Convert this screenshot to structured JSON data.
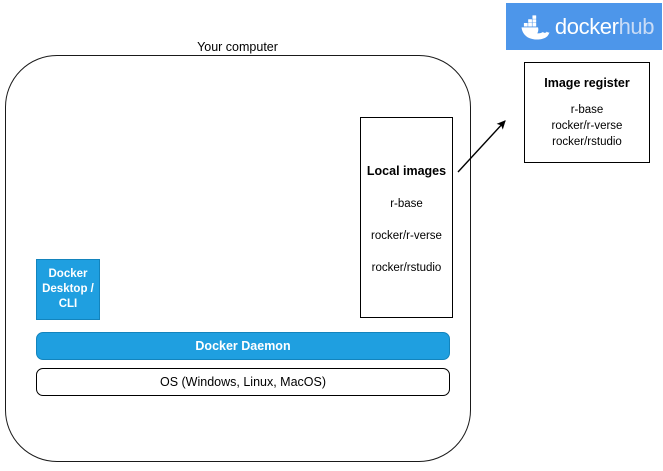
{
  "diagram": {
    "computer": {
      "label": "Your computer"
    },
    "local_images": {
      "title": "Local images",
      "items": [
        "r-base",
        "rocker/r-verse",
        "rocker/rstudio"
      ]
    },
    "docker_desktop": {
      "line1": "Docker",
      "line2": "Desktop /",
      "line3": "CLI",
      "color": "#1f9fe0"
    },
    "docker_daemon": {
      "label": "Docker Daemon",
      "color": "#1f9fe0"
    },
    "os": {
      "label": "OS (Windows, Linux, MacOS)"
    },
    "dockerhub": {
      "word_primary": "docker",
      "word_secondary": "hub",
      "banner_color": "#4d96ea",
      "icon": "docker-whale-icon"
    },
    "image_register": {
      "title": "Image register",
      "items": [
        "r-base",
        "rocker/r-verse",
        "rocker/rstudio"
      ]
    },
    "arrow": {
      "name": "push-arrow"
    }
  }
}
